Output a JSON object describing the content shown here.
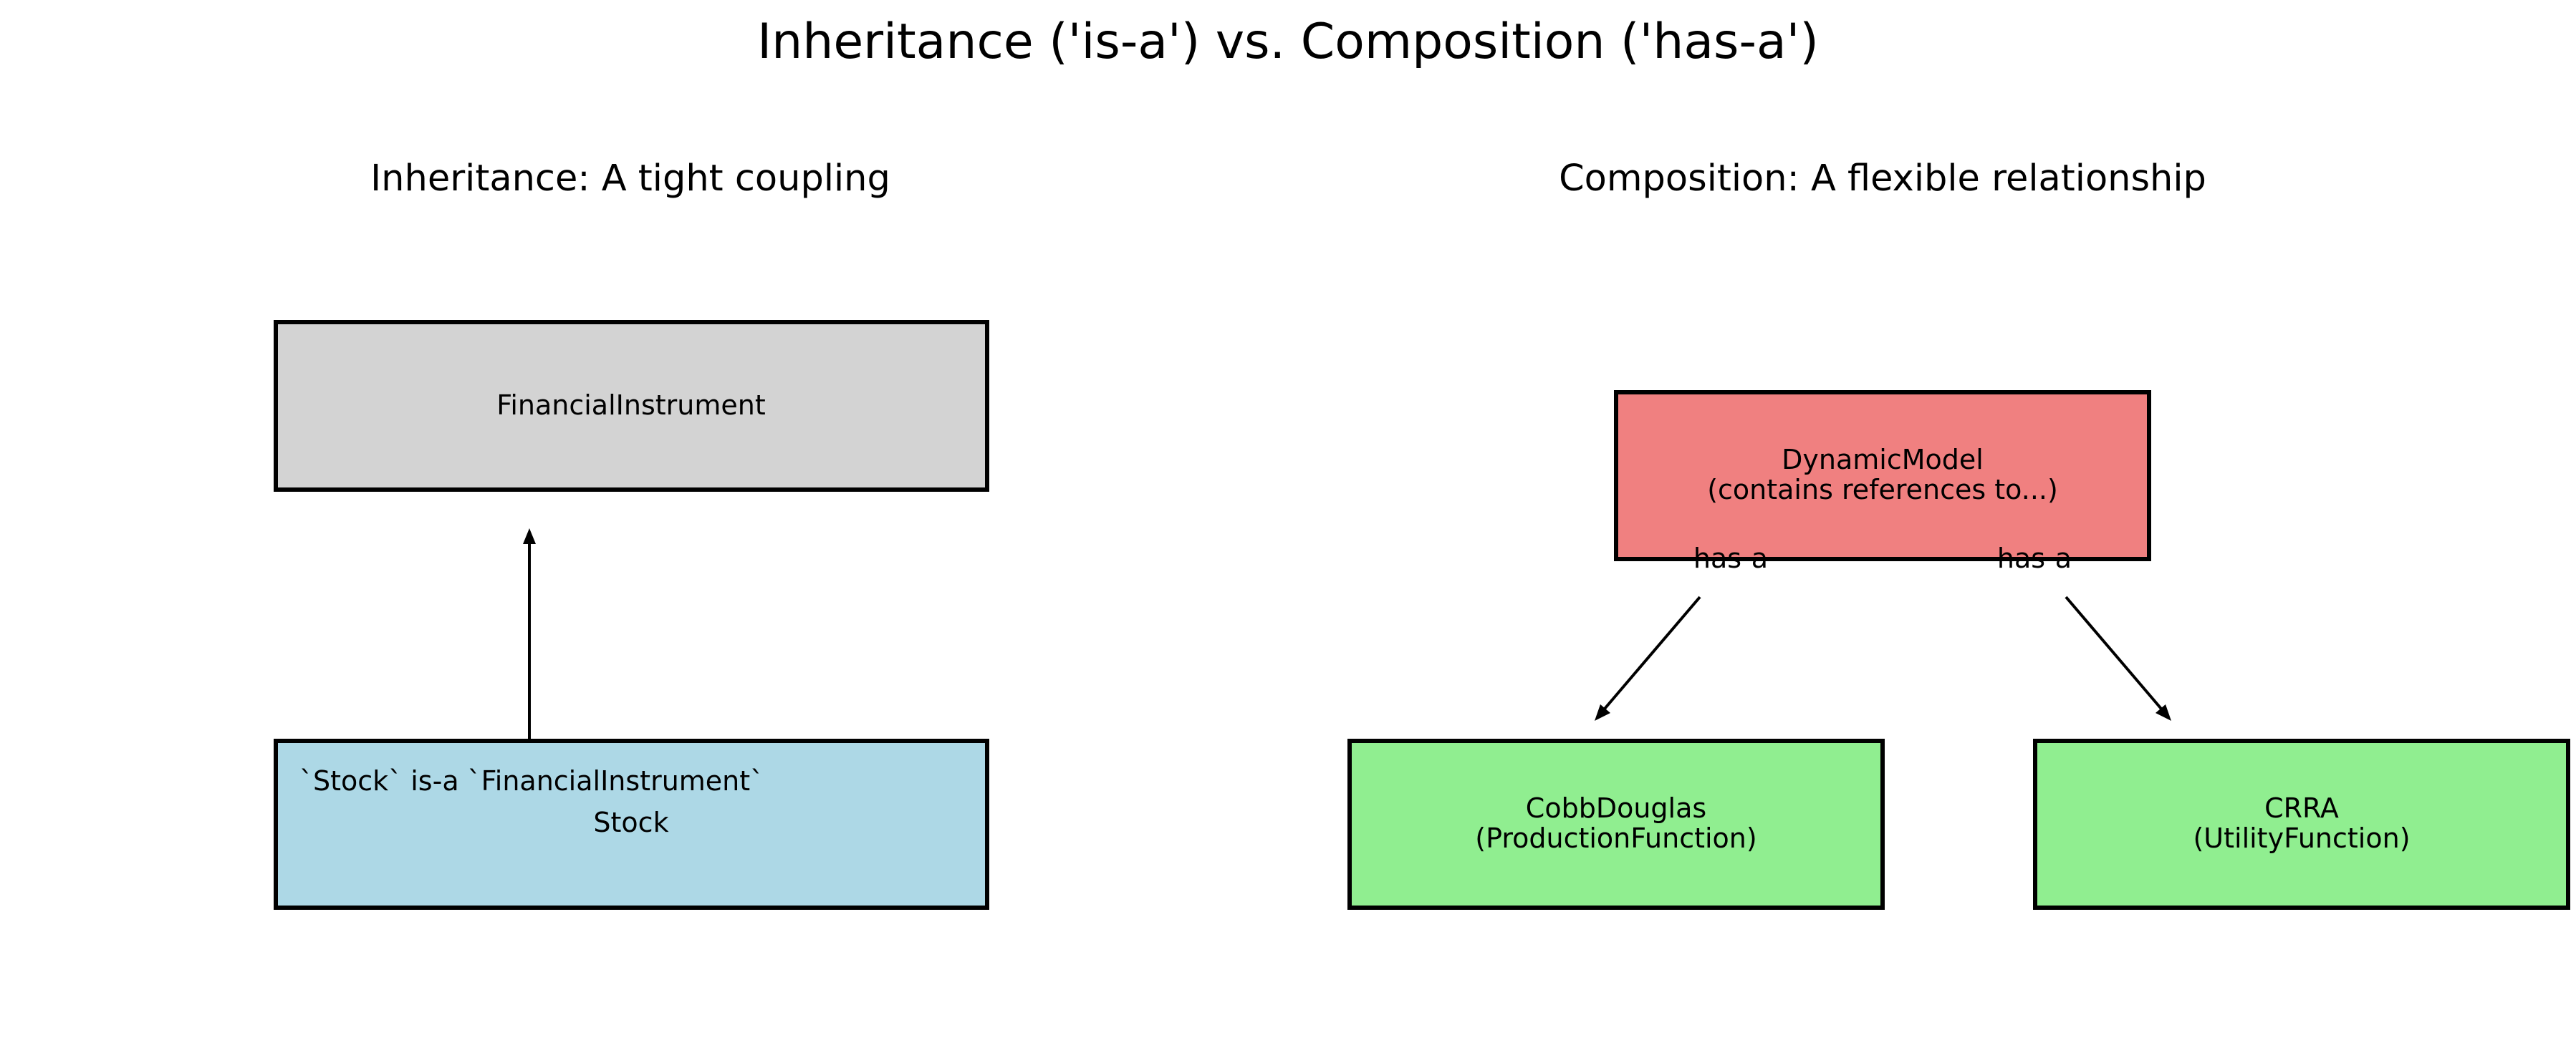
{
  "title": "Inheritance ('is-a') vs. Composition ('has-a')",
  "inheritance": {
    "title": "Inheritance: A tight coupling",
    "parent_label": "FinancialInstrument",
    "parent_color": "#d3d3d3",
    "child_label": "Stock",
    "child_note": "`Stock` is-a `FinancialInstrument`",
    "child_color": "#add8e6"
  },
  "composition": {
    "title": "Composition: A flexible relationship",
    "container_label_line1": "DynamicModel",
    "container_label_line2": "(contains references to...)",
    "container_color": "#f08080",
    "left_edge_label": "has-a",
    "right_edge_label": "has-a",
    "left_part_line1": "CobbDouglas",
    "left_part_line2": "(ProductionFunction)",
    "right_part_line1": "CRRA",
    "right_part_line2": "(UtilityFunction)",
    "part_color": "#90ee90"
  }
}
